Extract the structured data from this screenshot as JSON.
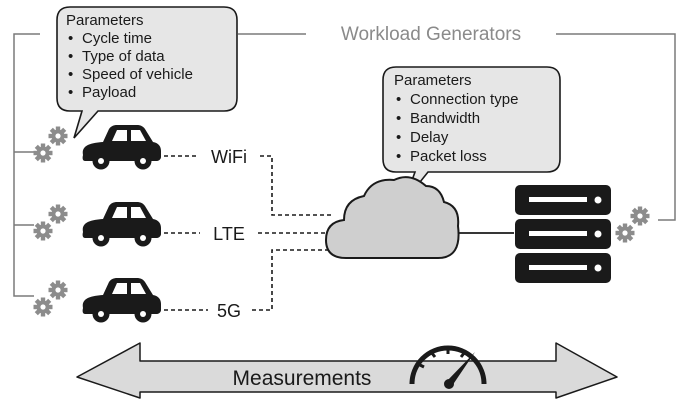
{
  "workload_generators": {
    "title": "Workload Generators"
  },
  "vehicle_params": {
    "title": "Parameters",
    "items": [
      "Cycle time",
      "Type of data",
      "Speed of vehicle",
      "Payload"
    ]
  },
  "network_params": {
    "title": "Parameters",
    "items": [
      "Connection type",
      "Bandwidth",
      "Delay",
      "Packet loss"
    ]
  },
  "links": [
    {
      "label": "WiFi"
    },
    {
      "label": "LTE"
    },
    {
      "label": "5G"
    }
  ],
  "measurements": {
    "label": "Measurements"
  },
  "bullet": "•",
  "colors": {
    "callout_fill": "#e6e6e6",
    "stroke": "#1a1a1a",
    "bracket": "#7a7a7a",
    "gear": "#8c8c8c",
    "arrow_fill": "#dadada"
  },
  "icons": {
    "car": "car-icon",
    "gear": "gear-icon",
    "cloud": "cloud-icon",
    "server": "server-icon",
    "gauge": "speedometer-icon"
  }
}
